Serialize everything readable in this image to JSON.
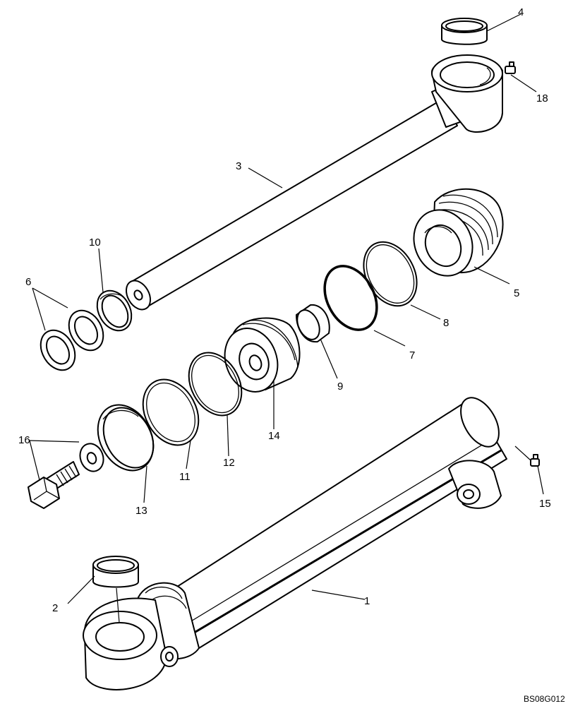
{
  "diagram": {
    "reference_code": "BS08G012",
    "callouts": {
      "c1": "1",
      "c2": "2",
      "c3": "3",
      "c4": "4",
      "c5": "5",
      "c6": "6",
      "c7": "7",
      "c8": "8",
      "c9": "9",
      "c10": "10",
      "c11": "11",
      "c12": "12",
      "c13": "13",
      "c14": "14",
      "c15": "15",
      "c16": "16",
      "c18": "18"
    }
  }
}
